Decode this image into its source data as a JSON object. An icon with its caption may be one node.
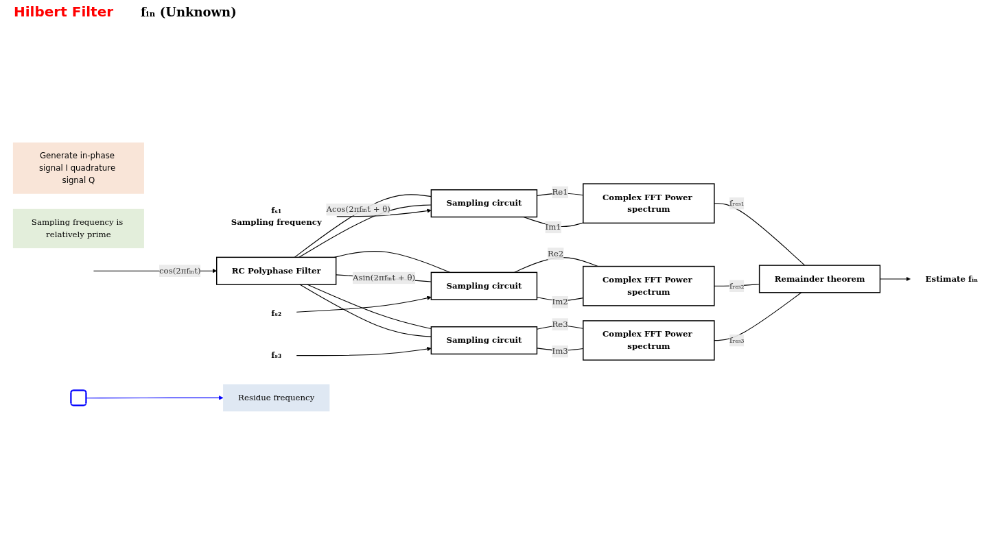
{
  "diagram": {
    "nodes": [
      {
        "text": [
          "RC Polyphase Filter"
        ]
      },
      {
        "text": [
          "Sampling circuit"
        ]
      },
      {
        "text": [
          "Complex FFT Power spectrum"
        ]
      },
      {
        "text": [
          "Sampling circuit"
        ]
      },
      {
        "text": [
          "Complex FFT Power spectrum"
        ]
      },
      {
        "text": [
          "Sampling circuit"
        ]
      },
      {
        "text": [
          "Complex FFT Power spectrum"
        ]
      },
      {
        "text": [
          "Remainder theorem"
        ]
      },
      {
        "text": [
          "Estimate fᵢₙ"
        ]
      },
      {
        "text": [
          "fₛ₁"
        ],
        "beside": [
          "Sampling frequency"
        ]
      },
      {
        "text": [
          "fₛ₂"
        ]
      },
      {
        "text": [
          "fₛ₃"
        ]
      },
      {
        "text": [
          "Generate in-phase signal I quadrature signal Q"
        ]
      },
      {
        "text": [
          "Sampling frequency is relatively prime"
        ]
      },
      {
        "text": [],
        "shape": "box"
      },
      {
        "text": [
          "Residue frequency"
        ]
      }
    ],
    "edges": [
      {
        "from": null,
        "to": 0,
        "arrow": "to",
        "label": "cos(2πfᵢₙt)"
      },
      {
        "from": 0,
        "to": 1,
        "arrow": "none",
        "label": "Acos(2πfᵢₙt + θ)"
      },
      {
        "from": 0,
        "to": 3,
        "arrow": "none"
      },
      {
        "from": 0,
        "to": 5,
        "arrow": "none"
      },
      {
        "from": 0,
        "to": 1,
        "arrow": "none"
      },
      {
        "from": 0,
        "to": 3,
        "arrow": "none",
        "label": "Asin(2πfᵢₙt + θ)"
      },
      {
        "from": 0,
        "to": 5,
        "arrow": "none"
      },
      {
        "from": 1,
        "to": 2,
        "arrow": "none",
        "label": "Re1"
      },
      {
        "from": 1,
        "to": 2,
        "arrow": "none",
        "label": "Im1"
      },
      {
        "from": 3,
        "to": 4,
        "arrow": "none",
        "label": "Re2"
      },
      {
        "from": 3,
        "to": 4,
        "arrow": "none",
        "label": "Im2"
      },
      {
        "from": 5,
        "to": 6,
        "arrow": "none",
        "label": "Re3"
      },
      {
        "from": 5,
        "to": 6,
        "arrow": "none",
        "label": "Im3"
      },
      {
        "from": 2,
        "to": 7,
        "arrow": "none",
        "label": "fᵣₑₛ₁"
      },
      {
        "from": 4,
        "to": 7,
        "arrow": "none",
        "label": "fᵣₑₛ₂"
      },
      {
        "from": 6,
        "to": 7,
        "arrow": "none",
        "label": "fᵣₑₛ₃"
      },
      {
        "from": 7,
        "to": 8,
        "arrow": "to"
      },
      {
        "from": 9,
        "to": 1,
        "arrow": "to"
      },
      {
        "from": 10,
        "to": 3,
        "arrow": "to"
      },
      {
        "from": 11,
        "to": 5,
        "arrow": "to"
      },
      {
        "from": 14,
        "to": 15,
        "arrow": "to",
        "color": "#0000ff"
      }
    ],
    "labels": [
      "Hilbert Filter",
      "fᵢₙ (Unknown)"
    ]
  }
}
